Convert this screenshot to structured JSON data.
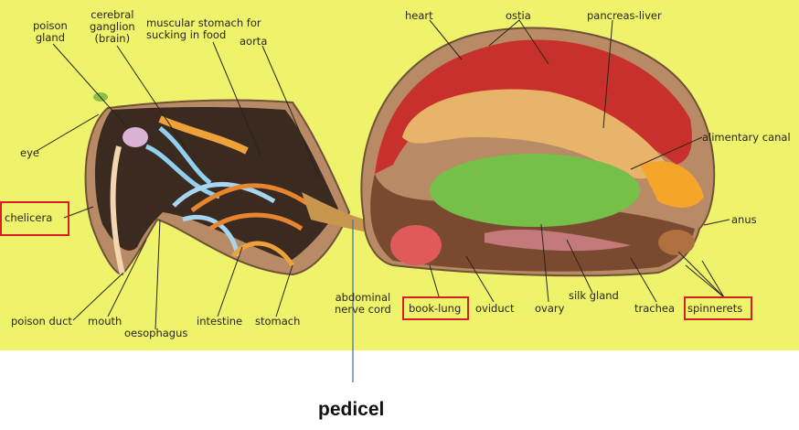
{
  "labels": {
    "poison_gland": "poison\ngland",
    "cerebral_ganglion": "cerebral\nganglion\n(brain)",
    "muscular_stomach": "muscular stomach for\nsucking in food",
    "aorta": "aorta",
    "heart": "heart",
    "ostia": "ostia",
    "pancreas_liver": "pancreas-liver",
    "alimentary_canal": "alimentary canal",
    "eye": "eye",
    "chelicera": "chelicera",
    "anus": "anus",
    "poison_duct": "poison duct",
    "mouth": "mouth",
    "oesophagus": "oesophagus",
    "intestine": "intestine",
    "stomach": "stomach",
    "abdominal_nerve_cord": "abdominal\nnerve cord",
    "book_lung": "book-lung",
    "oviduct": "oviduct",
    "ovary": "ovary",
    "silk_gland": "silk gland",
    "trachea": "trachea",
    "spinnerets": "spinnerets",
    "pedicel": "pedicel"
  },
  "colors": {
    "background": "#eef36b",
    "highlight_box": "#d91f26",
    "pedicel_pointer": "#3b6fb0"
  }
}
